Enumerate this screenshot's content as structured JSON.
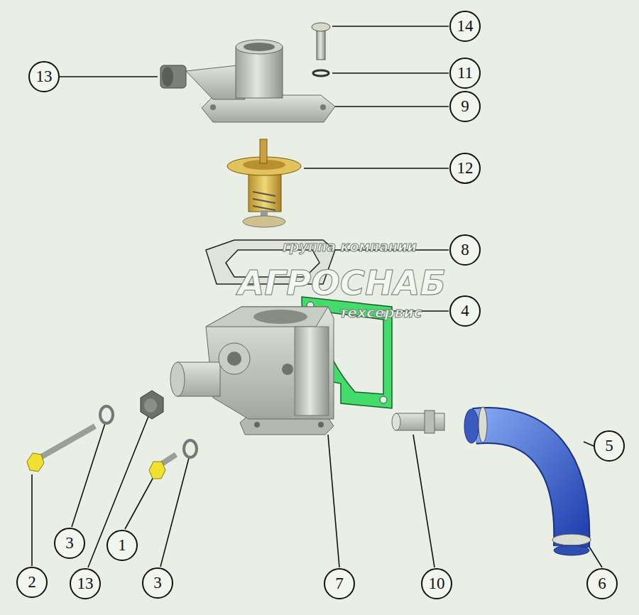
{
  "diagram": {
    "nodes": [
      {
        "text": [
          "14"
        ]
      },
      {
        "text": [
          "13"
        ]
      },
      {
        "text": [
          "11"
        ]
      },
      {
        "text": [
          "9"
        ]
      },
      {
        "text": [
          "12"
        ]
      },
      {
        "text": [
          "8"
        ]
      },
      {
        "text": [
          "4"
        ]
      },
      {
        "text": [
          "5"
        ]
      },
      {
        "text": [
          "3"
        ]
      },
      {
        "text": [
          "1"
        ]
      },
      {
        "text": [
          "2"
        ]
      },
      {
        "text": [
          "13"
        ]
      },
      {
        "text": [
          "3"
        ]
      },
      {
        "text": [
          "7"
        ]
      },
      {
        "text": [
          "10"
        ]
      },
      {
        "text": [
          "6"
        ]
      }
    ],
    "labels": [
      "группа компании",
      "АГРОСНАБ",
      "техсервис"
    ]
  }
}
